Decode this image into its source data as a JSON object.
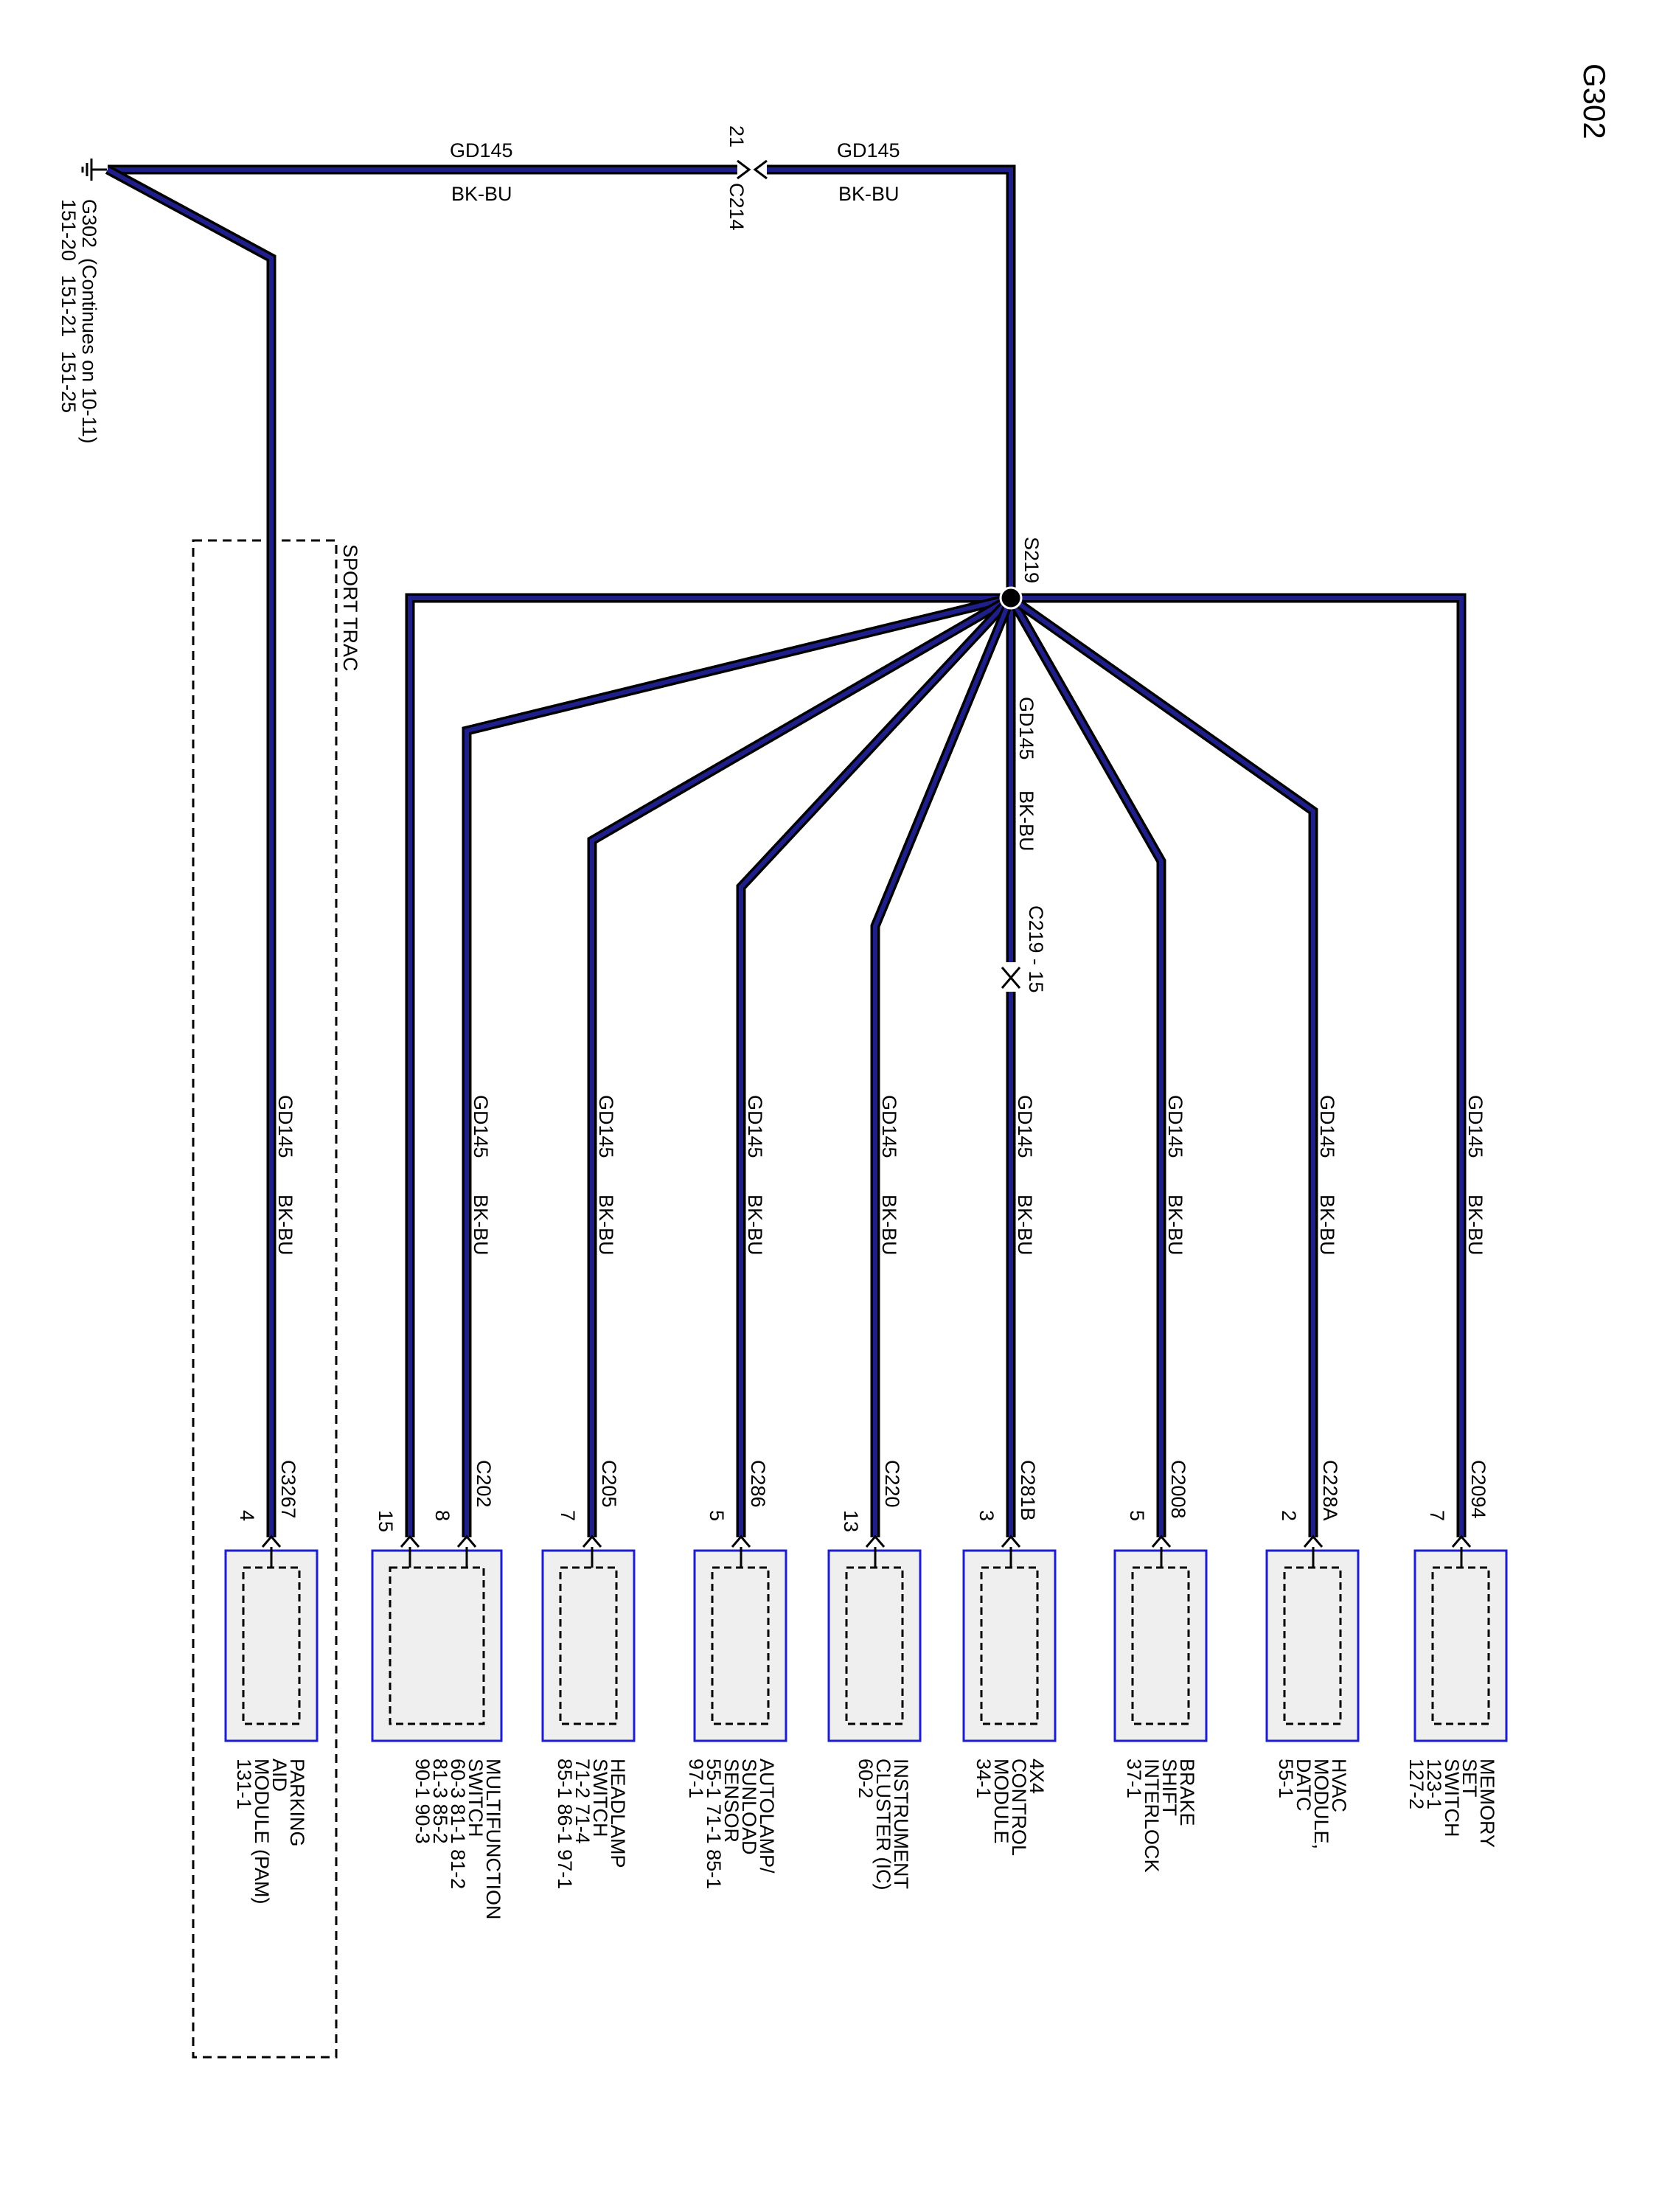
{
  "page_id": "G302",
  "ground": {
    "name": "G302",
    "continues": "(Continues on 10-11)",
    "pins": [
      "151-20",
      "151-21",
      "151-25"
    ]
  },
  "circuit": "GD145",
  "color": "BK-BU",
  "inline_connector": {
    "name": "C214",
    "pin": "21"
  },
  "splice": "S219",
  "mid_connector": "C219 - 15",
  "sport_trac_label": "SPORT TRAC",
  "components": [
    {
      "id": "pam",
      "connector": "C3267",
      "pin": "4",
      "name": [
        "PARKING",
        "AID",
        "MODULE (PAM)"
      ],
      "refs": [
        "131-1"
      ]
    },
    {
      "id": "multifunction",
      "connector": "C202",
      "pin": "8",
      "extra_pin": "15",
      "name": [
        "MULTIFUNCTION",
        "SWITCH"
      ],
      "refs": [
        "60-3    81-1    81-2",
        "81-3    85-2",
        "90-1    90-3"
      ]
    },
    {
      "id": "headlamp",
      "connector": "C205",
      "pin": "7",
      "name": [
        "HEADLAMP",
        "SWITCH"
      ],
      "refs": [
        "71-2    71-4",
        "85-1    86-1    97-1"
      ]
    },
    {
      "id": "autolamp",
      "connector": "C286",
      "pin": "5",
      "name": [
        "AUTOLAMP/",
        "SUNLOAD",
        "SENSOR"
      ],
      "refs": [
        "55-1    71-1    85-1",
        "97-1"
      ]
    },
    {
      "id": "cluster",
      "connector": "C220",
      "pin": "13",
      "name": [
        "INSTRUMENT",
        "CLUSTER (IC)"
      ],
      "refs": [
        "60-2"
      ]
    },
    {
      "id": "4x4",
      "connector": "C281B",
      "pin": "3",
      "name": [
        "4X4",
        "CONTROL",
        "MODULE"
      ],
      "refs": [
        "34-1"
      ]
    },
    {
      "id": "brake",
      "connector": "C2008",
      "pin": "5",
      "name": [
        "BRAKE",
        "SHIFT",
        "INTERLOCK"
      ],
      "refs": [
        "37-1"
      ]
    },
    {
      "id": "hvac",
      "connector": "C228A",
      "pin": "2",
      "name": [
        "HVAC",
        "MODULE,",
        "DATC"
      ],
      "refs": [
        "55-1"
      ]
    },
    {
      "id": "memory",
      "connector": "C2094",
      "pin": "7",
      "name": [
        "MEMORY",
        "SET",
        "SWITCH"
      ],
      "refs": [
        "123-1",
        "127-2"
      ]
    }
  ],
  "colors": {
    "wire": "#1f1f8c",
    "box_border": "#1d1dd0",
    "box_fill": "#efefef"
  }
}
